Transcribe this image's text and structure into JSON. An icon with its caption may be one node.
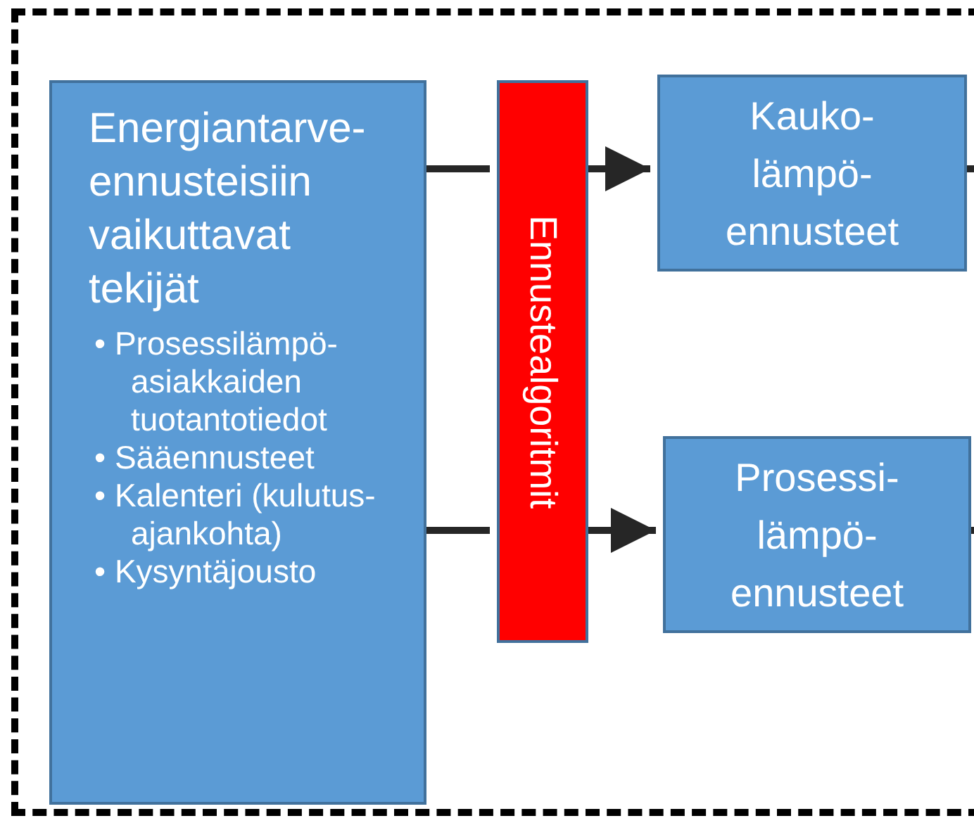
{
  "diagram": {
    "nodes": [
      {
        "text": [],
        "shape": "box"
      },
      {
        "text": [
          "Energiantarve- ennusteisiin vaikuttavat tekijät",
          "• Prosessilämpö- asiakkaiden tuotantotiedot",
          "• Sääennusteet",
          "• Kalenteri (kulutus- ajankohta)",
          "• Kysyntäjousto"
        ],
        "in": 0
      },
      {
        "text": [
          "Ennustealgoritmit"
        ],
        "in": 0
      },
      {
        "text": [
          "Kauko- lämpö- ennusteet"
        ],
        "in": 0
      },
      {
        "text": [
          "Prosessi- lämpö- ennusteet"
        ],
        "in": 0
      }
    ],
    "edges": [
      {
        "from": 1,
        "to": 2,
        "arrow": "none"
      },
      {
        "from": 2,
        "to": 3,
        "arrow": "to"
      },
      {
        "from": 1,
        "to": 2,
        "arrow": "none"
      },
      {
        "from": 2,
        "to": 4,
        "arrow": "to"
      },
      {
        "from": 3,
        "to": null,
        "arrow": "none"
      },
      {
        "from": 4,
        "to": null,
        "arrow": "none"
      }
    ]
  }
}
